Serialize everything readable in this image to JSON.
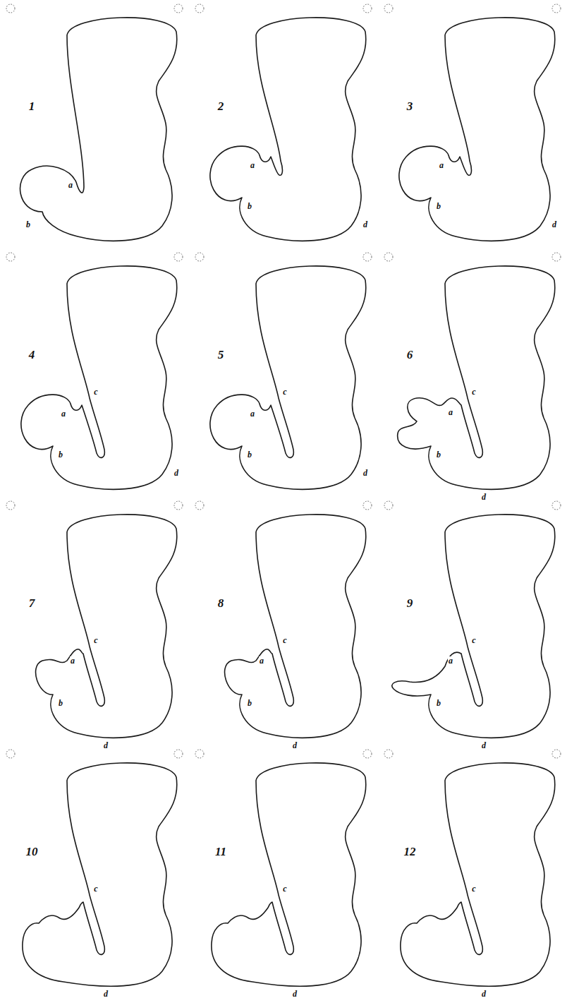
{
  "diagram": {
    "labels": [
      "1",
      "a",
      "b",
      "2",
      "a",
      "b",
      "d",
      "3",
      "a",
      "b",
      "d",
      "4",
      "a",
      "c",
      "b",
      "d",
      "5",
      "a",
      "c",
      "b",
      "d",
      "6",
      "a",
      "c",
      "b",
      "d",
      "7",
      "a",
      "c",
      "b",
      "d",
      "8",
      "a",
      "c",
      "b",
      "d",
      "9",
      "a",
      "c",
      "b",
      "d",
      "10",
      "c",
      "d",
      "11",
      "c",
      "d",
      "12",
      "c",
      "d"
    ]
  }
}
